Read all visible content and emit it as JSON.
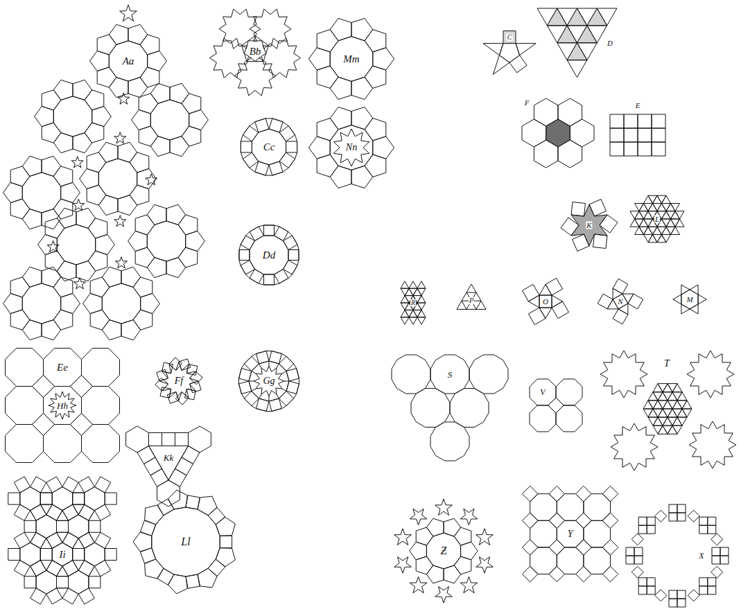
{
  "diagram": {
    "labels": [
      "Aa",
      "Bb",
      "Cc",
      "Dd",
      "Ee",
      "Hh",
      "Ff",
      "Gg",
      "Kk",
      "Ii",
      "Ll",
      "Mm",
      "Nn",
      "C",
      "D",
      "F",
      "E",
      "K",
      "L",
      "R",
      "P",
      "O",
      "N",
      "M",
      "S",
      "V",
      "T",
      "Ƶ",
      "Y",
      "X"
    ]
  }
}
